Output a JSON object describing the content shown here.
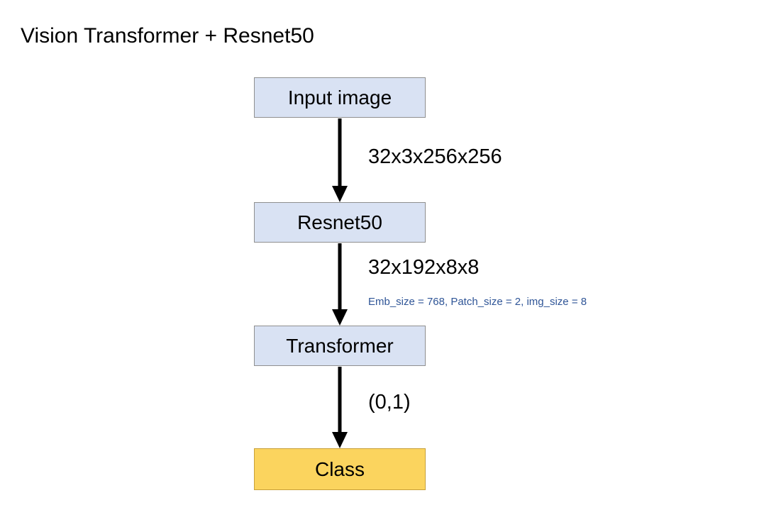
{
  "diagram": {
    "title": "Vision Transformer + Resnet50",
    "type": "flowchart",
    "orientation": "top-to-bottom",
    "background_color": "#ffffff",
    "colors": {
      "node_blue_fill": "#d9e2f3",
      "node_blue_border": "#8f8f8f",
      "node_yellow_fill": "#fbd45e",
      "node_yellow_border": "#c8a13a",
      "arrow": "#000000",
      "note_text": "#2f5597",
      "text": "#000000"
    },
    "nodes": [
      {
        "id": "input",
        "label": "Input image",
        "style": "blue"
      },
      {
        "id": "resnet",
        "label": "Resnet50",
        "style": "blue"
      },
      {
        "id": "transformer",
        "label": "Transformer",
        "style": "blue"
      },
      {
        "id": "class",
        "label": "Class",
        "style": "yellow"
      }
    ],
    "edges": [
      {
        "from": "input",
        "to": "resnet",
        "label": "32x3x256x256",
        "note": ""
      },
      {
        "from": "resnet",
        "to": "transformer",
        "label": "32x192x8x8",
        "note": "Emb_size = 768, Patch_size = 2, img_size = 8"
      },
      {
        "from": "transformer",
        "to": "class",
        "label": "(0,1)",
        "note": ""
      }
    ]
  }
}
